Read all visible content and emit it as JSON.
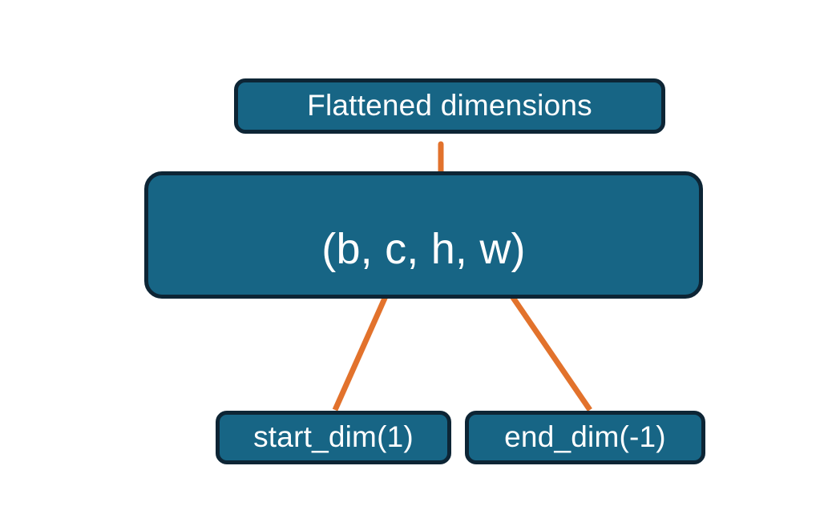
{
  "diagram": {
    "title": "Flatten dimensions diagram",
    "background_color": "#ffffff",
    "node_fill_color": "#176585",
    "node_border_color": "#0d2535",
    "node_text_color": "#ffffff",
    "connector_color": "#e2722c",
    "nodes": {
      "flattened": {
        "label": "Flattened dimensions",
        "role": "annotation-box-top"
      },
      "shape": {
        "label": "(b, c, h, w)",
        "role": "tensor-shape-box",
        "dims": [
          "b",
          "c",
          "h",
          "w"
        ]
      },
      "start_dim": {
        "label": "start_dim(1)",
        "role": "argument-box-left",
        "value": "1"
      },
      "end_dim": {
        "label": "end_dim(-1)",
        "role": "argument-box-right",
        "value": "-1"
      }
    },
    "connectors": [
      {
        "name": "brace-over-dims",
        "type": "curly-brace",
        "from": "shape.dims[c..w]",
        "to": "flattened",
        "color": "#e2722c"
      },
      {
        "name": "arrow-start-dim-to-c",
        "type": "arrow",
        "from": "start_dim",
        "to": "shape.dims[c]",
        "color": "#e2722c"
      },
      {
        "name": "arrow-end-dim-to-w",
        "type": "arrow",
        "from": "end_dim",
        "to": "shape.dims[w]",
        "color": "#e2722c"
      }
    ]
  }
}
